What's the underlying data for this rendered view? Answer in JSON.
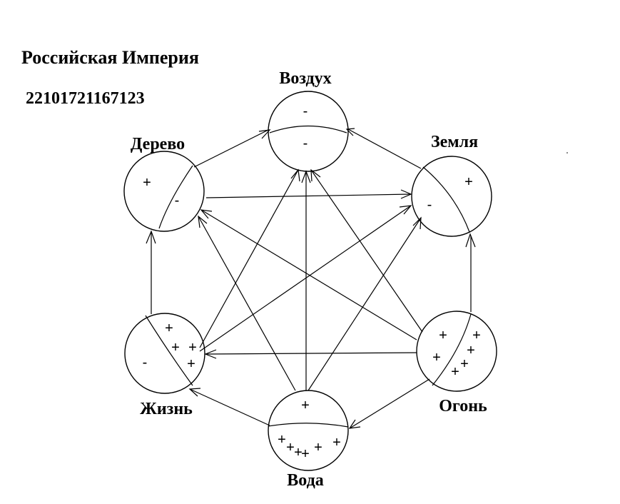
{
  "header": {
    "title": "Российская Империя",
    "code": "22101721167123"
  },
  "nodes": {
    "vozdukh": {
      "label": "Воздух",
      "signs_top": [
        "-"
      ],
      "signs_bottom": [
        "-"
      ]
    },
    "zemlya": {
      "label": "Земля",
      "signs_left": [
        "-"
      ],
      "signs_right": [
        "+"
      ]
    },
    "derevo": {
      "label": "Дерево",
      "signs_left": [
        "+"
      ],
      "signs_right": [
        "-"
      ]
    },
    "zhizn": {
      "label": "Жизнь",
      "signs_left": [
        "-"
      ],
      "signs_right": [
        "+",
        "+",
        "+",
        "+"
      ]
    },
    "voda": {
      "label": "Вода",
      "signs_top": [
        "+"
      ],
      "signs_bottom": [
        "+",
        "+",
        "+",
        "+",
        "+",
        "+"
      ]
    },
    "ogon": {
      "label": "Огонь",
      "signs_left": [
        "+",
        "+"
      ],
      "signs_right": [
        "+",
        "+",
        "+",
        "+"
      ]
    }
  },
  "arrows": [
    [
      "derevo",
      "vozdukh"
    ],
    [
      "zemlya",
      "vozdukh"
    ],
    [
      "zhizn",
      "vozdukh"
    ],
    [
      "voda",
      "vozdukh"
    ],
    [
      "ogon",
      "vozdukh"
    ],
    [
      "derevo",
      "zemlya"
    ],
    [
      "zhizn",
      "zemlya"
    ],
    [
      "voda",
      "zemlya"
    ],
    [
      "ogon",
      "zemlya"
    ],
    [
      "zhizn",
      "derevo"
    ],
    [
      "voda",
      "derevo"
    ],
    [
      "ogon",
      "derevo"
    ],
    [
      "ogon",
      "zhizn"
    ],
    [
      "voda",
      "zhizn"
    ],
    [
      "ogon",
      "voda"
    ]
  ]
}
